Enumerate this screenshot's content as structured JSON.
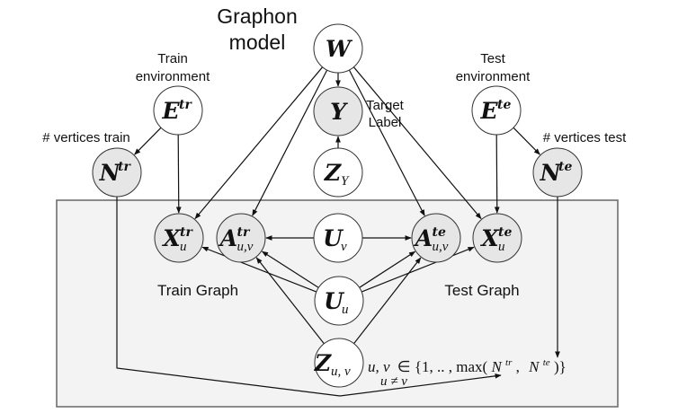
{
  "title_lines": [
    "Graphon",
    "model"
  ],
  "labels": {
    "train_env": [
      "Train",
      "environment"
    ],
    "test_env": [
      "Test",
      "environment"
    ],
    "vertices_train": "# vertices train",
    "vertices_test": "# vertices test",
    "target_label": [
      "Target",
      "Label"
    ],
    "train_graph": "Train Graph",
    "test_graph": "Test Graph"
  },
  "colors": {
    "observed_fill": "#e6e6e6",
    "latent_fill": "#ffffff",
    "plate_fill": "#f3f3f3",
    "plate_stroke": "#666666"
  },
  "nodes": [
    {
      "id": "W",
      "base": "W",
      "sup": "",
      "sub": "",
      "observed": false
    },
    {
      "id": "Y",
      "base": "Y",
      "sup": "",
      "sub": "",
      "observed": true
    },
    {
      "id": "ZY",
      "base": "Z",
      "sup": "",
      "sub": "Y",
      "observed": false
    },
    {
      "id": "Etr",
      "base": "E",
      "sup": "tr",
      "sub": "",
      "observed": false
    },
    {
      "id": "Ete",
      "base": "E",
      "sup": "te",
      "sub": "",
      "observed": false
    },
    {
      "id": "Ntr",
      "base": "N",
      "sup": "tr",
      "sub": "",
      "observed": true
    },
    {
      "id": "Nte",
      "base": "N",
      "sup": "te",
      "sub": "",
      "observed": true
    },
    {
      "id": "Xtr",
      "base": "X",
      "sup": "tr",
      "sub": "u",
      "observed": true
    },
    {
      "id": "Atr",
      "base": "A",
      "sup": "tr",
      "sub": "u,v",
      "observed": true
    },
    {
      "id": "Uv",
      "base": "U",
      "sup": "",
      "sub": "v",
      "observed": false
    },
    {
      "id": "Ate",
      "base": "A",
      "sup": "te",
      "sub": "u,v",
      "observed": true
    },
    {
      "id": "Xte",
      "base": "X",
      "sup": "te",
      "sub": "u",
      "observed": true
    },
    {
      "id": "Uu",
      "base": "U",
      "sup": "",
      "sub": "u",
      "observed": false
    },
    {
      "id": "Zuv",
      "base": "Z",
      "sup": "",
      "sub": "u, v",
      "observed": false
    }
  ],
  "edges": [
    [
      "W",
      "Y"
    ],
    [
      "ZY",
      "Y"
    ],
    [
      "W",
      "Xtr"
    ],
    [
      "W",
      "Atr"
    ],
    [
      "W",
      "Ate"
    ],
    [
      "W",
      "Xte"
    ],
    [
      "Etr",
      "Ntr"
    ],
    [
      "Etr",
      "Xtr"
    ],
    [
      "Ete",
      "Nte"
    ],
    [
      "Ete",
      "Xte"
    ],
    [
      "Uv",
      "Atr"
    ],
    [
      "Uv",
      "Ate"
    ],
    [
      "Uu",
      "Xtr"
    ],
    [
      "Uu",
      "Atr"
    ],
    [
      "Uu",
      "Ate"
    ],
    [
      "Uu",
      "Xte"
    ],
    [
      "Zuv",
      "Atr"
    ],
    [
      "Zuv",
      "Ate"
    ]
  ],
  "plate_index": {
    "vars": "u, v",
    "member": "∈ {1, .. , max(",
    "n_tr_base": "N",
    "n_tr_sup": "tr",
    "comma": ",",
    "n_te_base": "N",
    "n_te_sup": "te",
    "close": ")}",
    "constraint": "u ≠ v"
  }
}
